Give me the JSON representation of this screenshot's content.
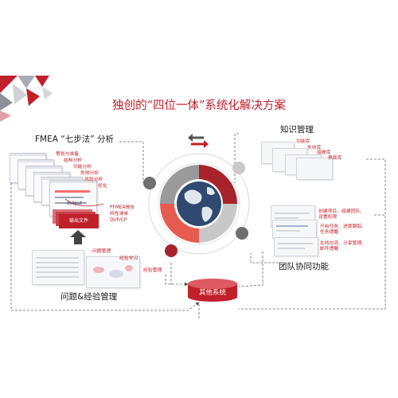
{
  "title": "独创的“四位一体”系统化解决方案",
  "sections": {
    "fmea": "FMEA “七步法” 分析",
    "knowledge": "知识管理",
    "team": "团队协同功能",
    "issues": "问题&经验管理",
    "other": "其他系统"
  },
  "fmea_steps": [
    "策划与准备",
    "结构分析",
    "功能分析",
    "失效分析",
    "风险分析",
    "优化"
  ],
  "fmea_output_label": "output",
  "fmea_output_file": "输出文件",
  "fmea_outputs": [
    "PFMEA报告",
    "特性清单",
    "DVP/CP"
  ],
  "issue_labels": [
    "问题管理",
    "经验学习",
    "经验管理"
  ],
  "knowledge_labels": [
    "功能库",
    "失效库",
    "措施库",
    "界面库"
  ],
  "team_features": [
    [
      "创建项目、组建团队、",
      "设置权限"
    ],
    [
      "开启任务、进度跟踪、",
      "任务提醒"
    ],
    [
      "在线交流、分享管理、",
      "邮件提醒"
    ]
  ],
  "colors": {
    "accent_red": "#c0202a",
    "light_red": "#e65a4f",
    "dark_gray": "#6f6f6f",
    "mid_gray": "#9a9a9a",
    "light_gray": "#c9c9c9"
  }
}
